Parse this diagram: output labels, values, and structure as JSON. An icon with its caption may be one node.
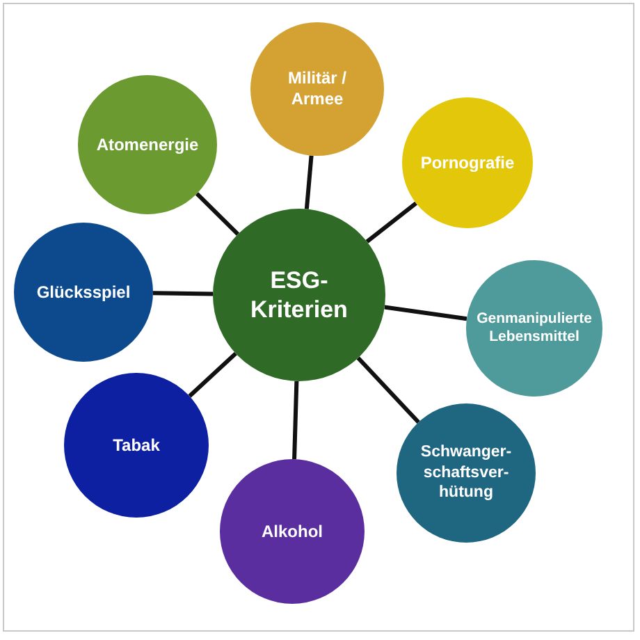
{
  "diagram": {
    "nodes": [
      {
        "text": [
          "ESG-Kriterien"
        ]
      },
      {
        "text": [
          "Militär / Armee"
        ]
      },
      {
        "text": [
          "Pornografie"
        ]
      },
      {
        "text": [
          "Genmanipulierte Lebensmittel"
        ]
      },
      {
        "text": [
          "Schwanger-schaftsver-hütung"
        ]
      },
      {
        "text": [
          "Alkohol"
        ]
      },
      {
        "text": [
          "Tabak"
        ]
      },
      {
        "text": [
          "Glücksspiel"
        ]
      },
      {
        "text": [
          "Atomenergie"
        ]
      }
    ],
    "edges": [
      {
        "from": 0,
        "to": 1,
        "arrow": "none"
      },
      {
        "from": 0,
        "to": 2,
        "arrow": "none"
      },
      {
        "from": 0,
        "to": 3,
        "arrow": "none"
      },
      {
        "from": 0,
        "to": 4,
        "arrow": "none"
      },
      {
        "from": 0,
        "to": 5,
        "arrow": "none"
      },
      {
        "from": 0,
        "to": 6,
        "arrow": "none"
      },
      {
        "from": 0,
        "to": 7,
        "arrow": "none"
      },
      {
        "from": 0,
        "to": 8,
        "arrow": "none"
      }
    ]
  }
}
